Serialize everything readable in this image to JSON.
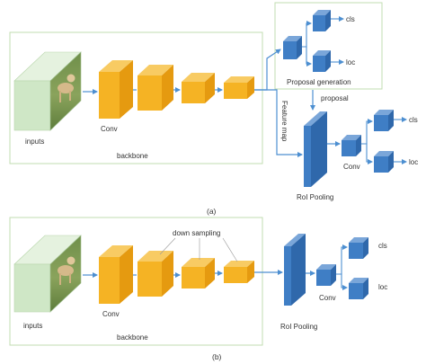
{
  "colors": {
    "box_border": "#c2dcb0",
    "backbone_orange_front": "#f5b324",
    "backbone_orange_side": "#e59a10",
    "backbone_orange_top": "#f8cb63",
    "blue_front": "#3f7ec5",
    "blue_side": "#2f68ab",
    "blue_top": "#7aa6d9",
    "arrow": "#4d8fd1",
    "input_front": "#cfe7c6",
    "input_top": "#e5f2df",
    "input_side": "#b7d6aa"
  },
  "diagram_a": {
    "inputs_label": "inputs",
    "conv_label": "Conv",
    "backbone_label": "backbone",
    "proposal_generation_label": "Proposal generation",
    "proposal_label": "proposal",
    "feature_map_label": "Feature map",
    "roi_pooling_label": "RoI Pooling",
    "conv2_label": "Conv",
    "cls_top_label": "cls",
    "loc_top_label": "loc",
    "cls_label": "cls",
    "loc_label": "loc",
    "caption": "(a)"
  },
  "diagram_b": {
    "inputs_label": "inputs",
    "conv_label": "Conv",
    "backbone_label": "backbone",
    "down_sampling_label": "down sampling",
    "roi_pooling_label": "RoI Pooling",
    "conv2_label": "Conv",
    "cls_label": "cls",
    "loc_label": "loc",
    "caption": "(b)"
  }
}
